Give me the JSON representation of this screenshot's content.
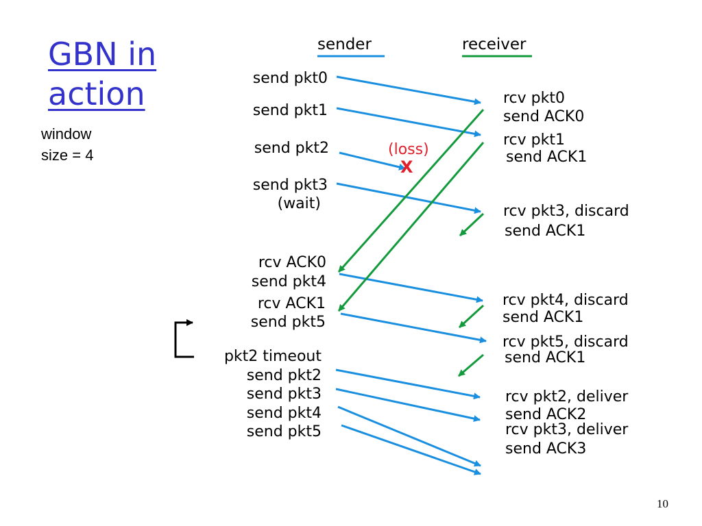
{
  "title_lines": [
    "GBN in",
    "action"
  ],
  "subtitle_lines": [
    "window",
    "size = 4"
  ],
  "header": {
    "sender": "sender",
    "receiver": "receiver"
  },
  "sender_events": [
    "send pkt0",
    "send pkt1",
    "send pkt2",
    "send pkt3",
    "(wait)",
    "rcv ACK0",
    "send pkt4",
    "rcv ACK1",
    "send pkt5",
    "pkt2 timeout",
    "send pkt2",
    "send pkt3",
    "send pkt4",
    "send pkt5"
  ],
  "receiver_events": [
    "rcv pkt0",
    "send ACK0",
    "rcv pkt1",
    "send ACK1",
    "rcv pkt3, discard",
    "send ACK1",
    "rcv pkt4, discard",
    "send ACK1",
    "rcv pkt5, discard",
    "send ACK1",
    "rcv pkt2, deliver",
    "send ACK2",
    "rcv pkt3, deliver",
    "send ACK3"
  ],
  "loss_label": "(loss)",
  "loss_marker": "X",
  "page_number": "10",
  "colors": {
    "title": "#3333cc",
    "packet_arrow": "#1a8fe0",
    "ack_arrow": "#129a3c",
    "header_sender_rule": "#1a8fe0",
    "header_receiver_rule": "#129a3c",
    "loss": "#e0202a"
  }
}
